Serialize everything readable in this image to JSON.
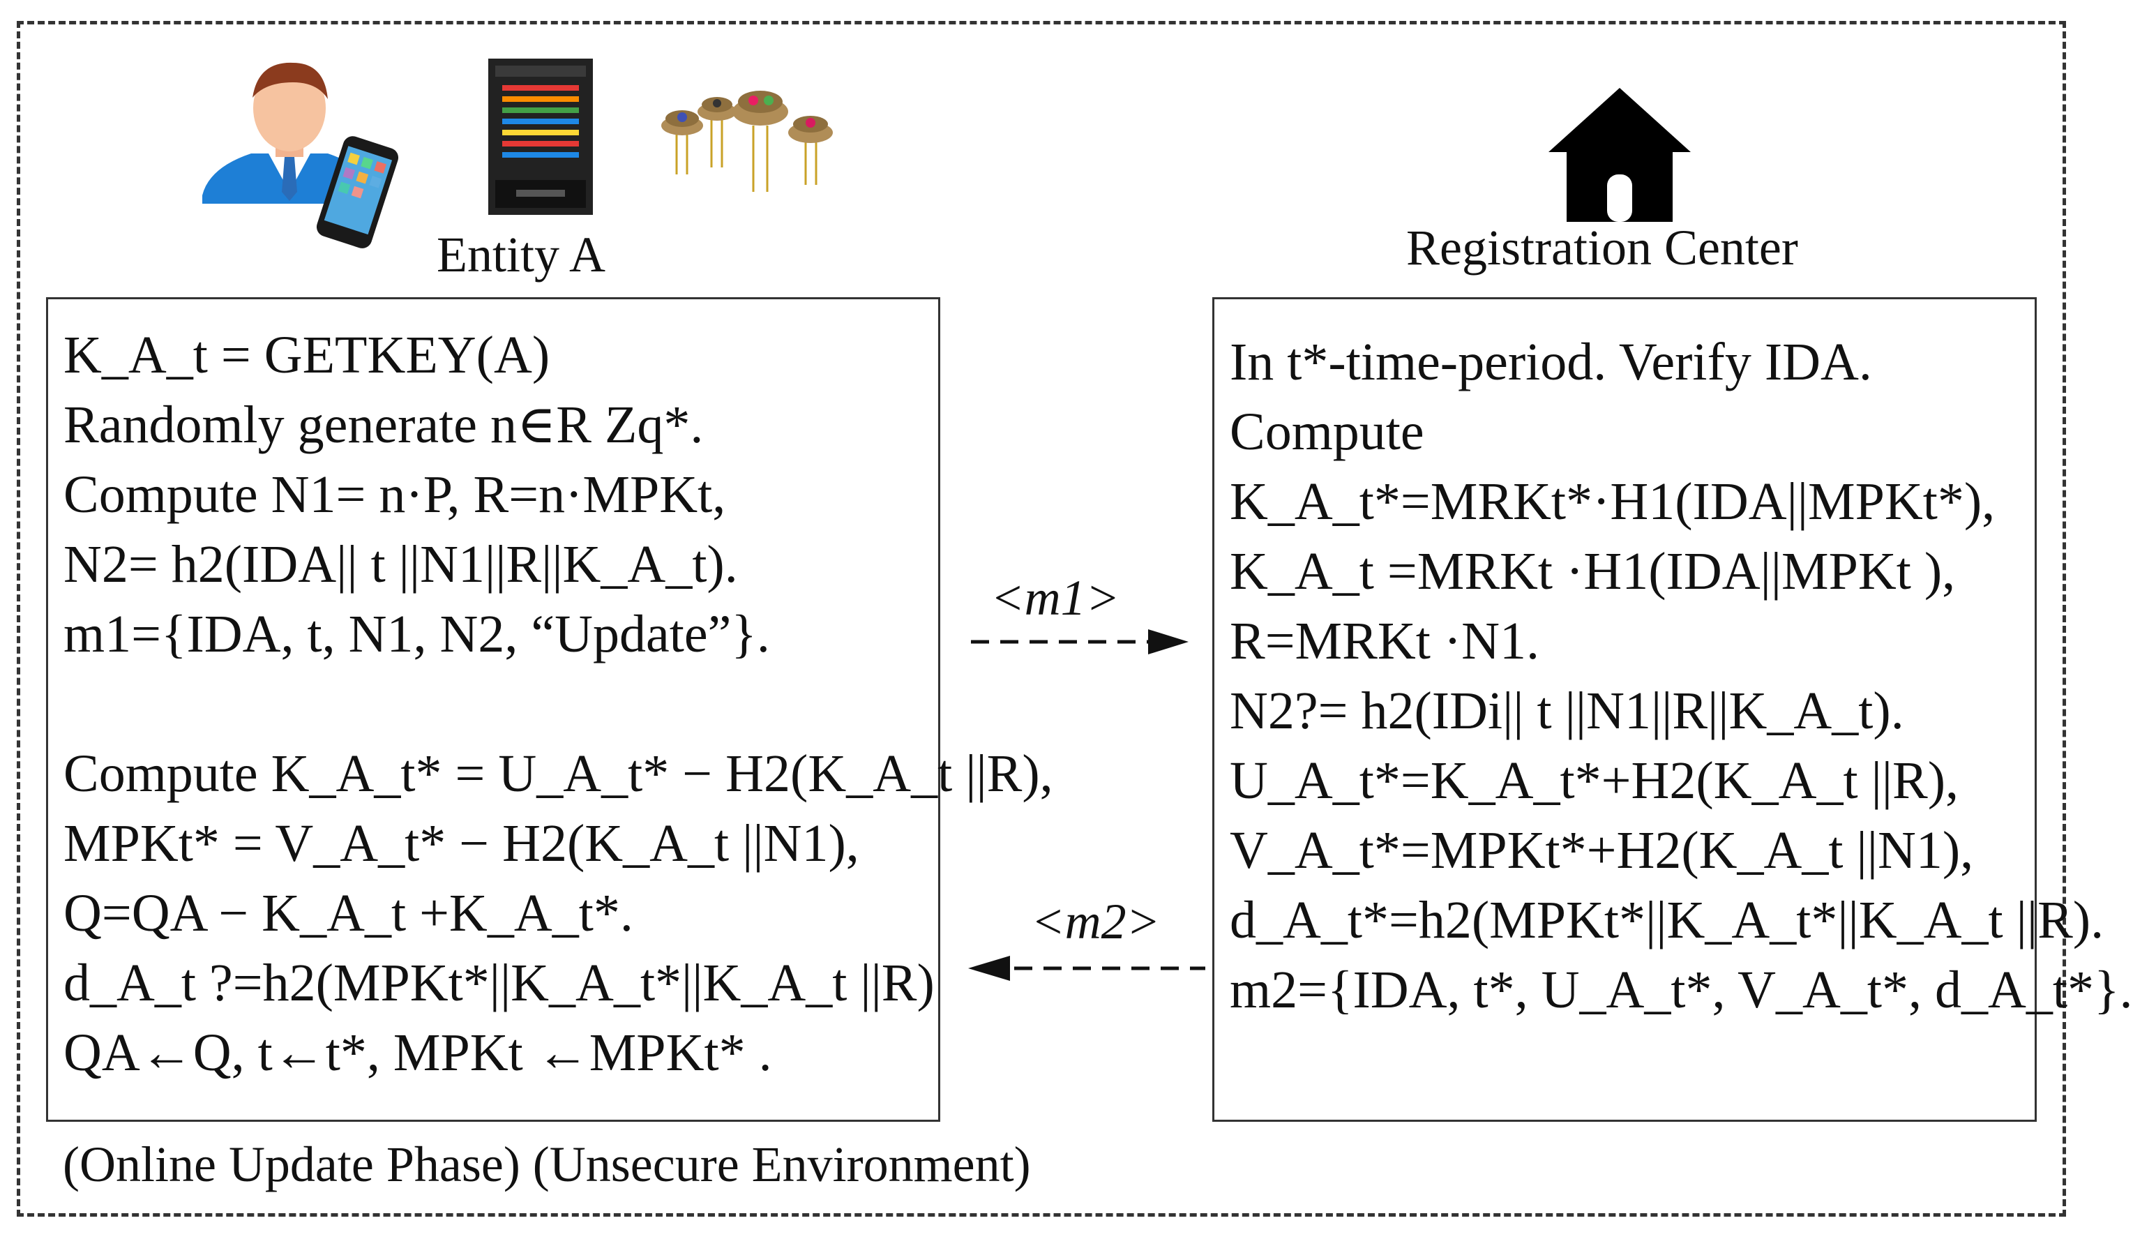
{
  "entity_label": "Entity A",
  "center_label": "Registration Center",
  "footer_caption": "(Online Update Phase) (Unsecure Environment)",
  "arrow_m1_label": "<m1>",
  "arrow_m2_label": "<m2>",
  "left_box": {
    "lines": [
      "K_A_t = GETKEY(A)",
      "Randomly generate n∈R Zq*.",
      "Compute N1= n·P, R=n·MPKt,",
      "N2= h2(IDA|| t ||N1||R||K_A_t).",
      "m1={IDA, t, N1, N2, “Update”}.",
      "",
      "Compute K_A_t* = U_A_t* − H2(K_A_t ||R),",
      "MPKt* = V_A_t* − H2(K_A_t ||N1),",
      "Q=QA − K_A_t +K_A_t*.",
      "d_A_t ?=h2(MPKt*||K_A_t*||K_A_t ||R)",
      "QA←Q, t←t*, MPKt ←MPKt* ."
    ]
  },
  "right_box": {
    "lines": [
      "In t*-time-period. Verify IDA.",
      "Compute",
      "K_A_t*=MRKt*·H1(IDA||MPKt*),",
      "K_A_t =MRKt ·H1(IDA||MPKt ),",
      "R=MRKt ·N1.",
      "N2?= h2(IDi|| t ||N1||R||K_A_t).",
      "U_A_t*=K_A_t*+H2(K_A_t ||R),",
      "V_A_t*=MPKt*+H2(K_A_t ||N1),",
      "d_A_t*=h2(MPKt*||K_A_t*||K_A_t ||R).",
      "m2={IDA, t*,  U_A_t*, V_A_t*, d_A_t*}."
    ]
  },
  "icons": [
    "user-with-phone-icon",
    "server-icon",
    "sensor-components-icon",
    "house-icon"
  ]
}
